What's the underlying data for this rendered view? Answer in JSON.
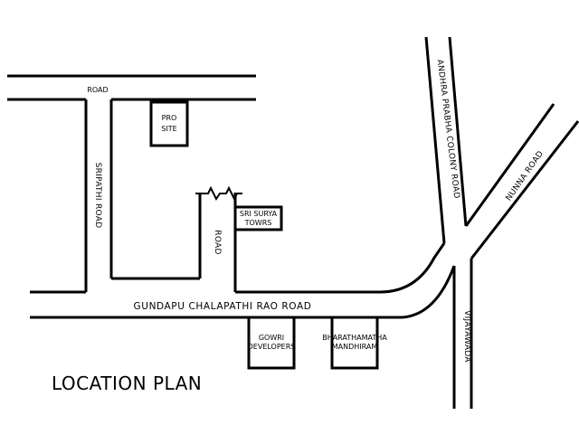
{
  "map": {
    "title": "LOCATION PLAN",
    "roads": {
      "top_road": "ROAD",
      "sripathi_road": "SRIPATHI ROAD",
      "side_road": "ROAD",
      "gundapu_road": "GUNDAPU CHALAPATHI RAO ROAD",
      "andhra_prabha_road": "ANDHRA PRABHA COLONY ROAD",
      "nunna_road": "NUNNA ROAD",
      "vijayawada": "VIJAYAWADA"
    },
    "landmarks": {
      "pro_site": [
        "PRO",
        "SITE"
      ],
      "sri_surya": [
        "SRI SURYA",
        "TOWRS"
      ],
      "gowri": [
        "GOWRI",
        "DEVELOPERS"
      ],
      "bharathamatha": [
        "BHARATHAMATHA",
        "MANDHIRAM"
      ]
    },
    "colors": {
      "line": "#000000",
      "background": "#ffffff"
    }
  }
}
